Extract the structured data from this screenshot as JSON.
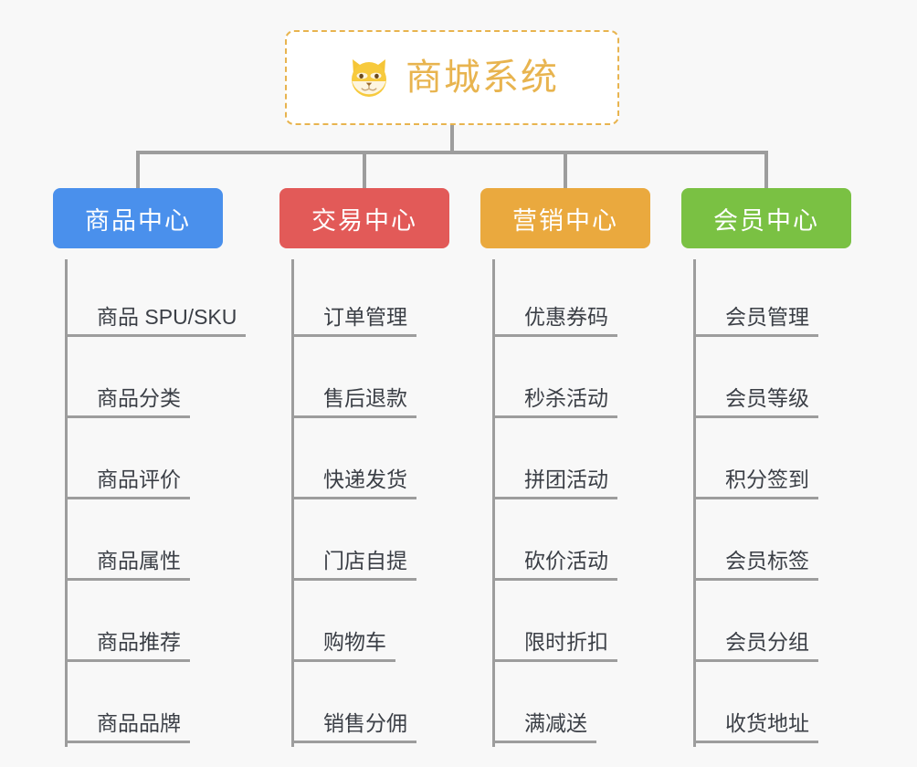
{
  "page": {
    "background_color": "#f8f8f8",
    "line_color": "#9d9d9d"
  },
  "root": {
    "title": "商城系统",
    "icon": "dog-face-emoji",
    "text_color": "#e8b44f",
    "border_color": "#e8b44f",
    "background_color": "#ffffff"
  },
  "categories": [
    {
      "label": "商品中心",
      "color": "#4a90ec",
      "items": [
        "商品 SPU/SKU",
        "商品分类",
        "商品评价",
        "商品属性",
        "商品推荐",
        "商品品牌"
      ]
    },
    {
      "label": "交易中心",
      "color": "#e25a58",
      "items": [
        "订单管理",
        "售后退款",
        "快递发货",
        "门店自提",
        "购物车",
        "销售分佣"
      ]
    },
    {
      "label": "营销中心",
      "color": "#eaa93e",
      "items": [
        "优惠券码",
        "秒杀活动",
        "拼团活动",
        "砍价活动",
        "限时折扣",
        "满减送"
      ]
    },
    {
      "label": "会员中心",
      "color": "#7ac143",
      "items": [
        "会员管理",
        "会员等级",
        "积分签到",
        "会员标签",
        "会员分组",
        "收货地址"
      ]
    }
  ]
}
